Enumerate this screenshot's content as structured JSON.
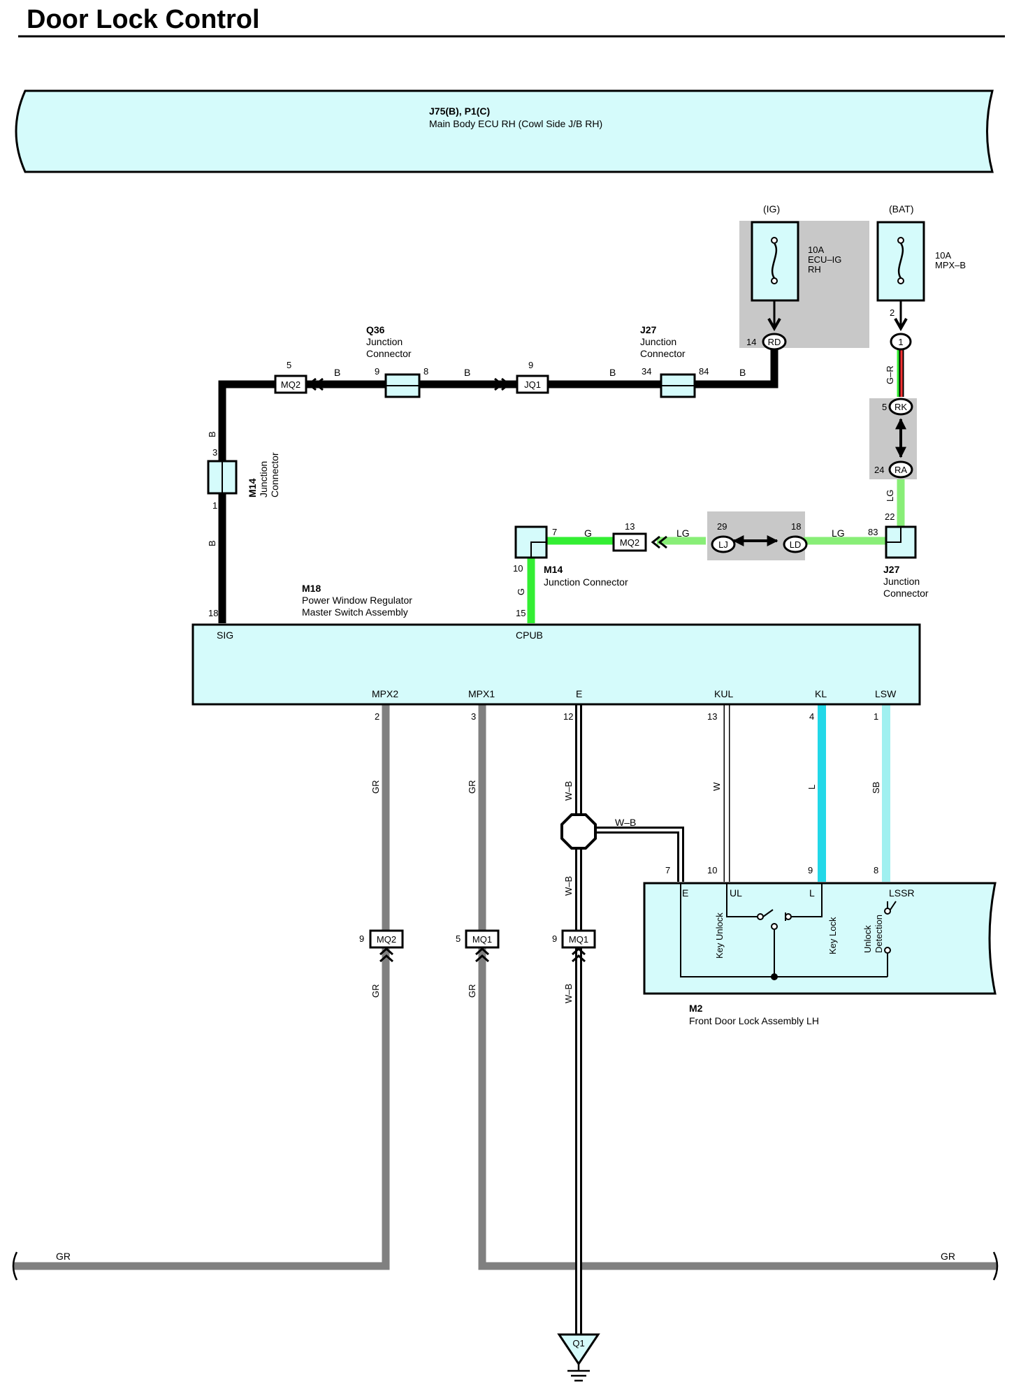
{
  "title": "Door Lock Control",
  "colors": {
    "connector_fill": "#d5fbfb",
    "wire_black": "#000000",
    "wire_green": "#33ee33",
    "wire_light_green": "#88ee77",
    "wire_gray": "#808080",
    "wire_blue": "#22d8e8",
    "wire_sky_blue": "#a0f0f0",
    "wire_red": "#ff3333",
    "shade": "#c8c8c8"
  },
  "ecu": {
    "code": "J75(B), P1(C)",
    "name": "Main Body ECU RH (Cowl Side J/B RH)"
  },
  "fuses": [
    {
      "group": "(IG)",
      "rating": "10A",
      "name_lines": [
        "ECU–IG",
        "RH"
      ],
      "out_pin": "14",
      "conn": "RD"
    },
    {
      "group": "(BAT)",
      "rating": "10A",
      "name_lines": [
        "MPX–B"
      ],
      "out_pin": "2",
      "conn": "1"
    }
  ],
  "inline": {
    "rk": {
      "pin": "5",
      "id": "RK"
    },
    "ra": {
      "pin": "24",
      "id": "RA"
    },
    "lj": {
      "pin": "29",
      "id": "LJ"
    },
    "ld": {
      "pin": "18",
      "id": "LD"
    },
    "jq1": {
      "pin": "9",
      "id": "JQ1"
    },
    "mq2_top": {
      "pin": "5",
      "id": "MQ2"
    },
    "mq2_mid": {
      "pin": "13",
      "id": "MQ2"
    },
    "mq2_low": {
      "pin": "9",
      "id": "MQ2"
    },
    "mq1_a": {
      "pin": "5",
      "id": "MQ1"
    },
    "mq1_b": {
      "pin": "9",
      "id": "MQ1"
    }
  },
  "junctions": {
    "q36": {
      "code": "Q36",
      "name_lines": [
        "Junction",
        "Connector"
      ],
      "pin_in": "9",
      "pin_out": "8"
    },
    "j27_top": {
      "code": "J27",
      "name_lines": [
        "Junction",
        "Connector"
      ],
      "pin_in": "34",
      "pin_out": "84"
    },
    "m14_left": {
      "code": "M14",
      "name_lines": [
        "Junction",
        "Connector"
      ],
      "pin_top": "3",
      "pin_bottom": "1"
    },
    "m14_mid": {
      "code": "M14",
      "name": "Junction Connector",
      "pin_a": "7",
      "pin_b": "10"
    },
    "j27_right": {
      "code": "J27",
      "name_lines": [
        "Junction",
        "Connector"
      ],
      "pin_a": "22",
      "pin_b": "83"
    }
  },
  "wire_labels": {
    "b": "B",
    "g": "G",
    "lg": "LG",
    "g_r": "G–R",
    "gr": "GR",
    "w_b": "W–B",
    "w": "W",
    "l": "L",
    "sb": "SB"
  },
  "m18": {
    "code": "M18",
    "name_lines": [
      "Power Window Regulator",
      "Master Switch Assembly"
    ],
    "top_terms": [
      {
        "pin": "18",
        "name": "SIG"
      },
      {
        "pin": "15",
        "name": "CPUB"
      }
    ],
    "bottom_terms": [
      {
        "pin": "2",
        "name": "MPX2"
      },
      {
        "pin": "3",
        "name": "MPX1"
      },
      {
        "pin": "12",
        "name": "E"
      },
      {
        "pin": "13",
        "name": "KUL"
      },
      {
        "pin": "4",
        "name": "KL"
      },
      {
        "pin": "1",
        "name": "LSW"
      }
    ]
  },
  "m2": {
    "code": "M2",
    "name": "Front Door Lock Assembly LH",
    "terms": [
      {
        "pin": "7",
        "name": "E"
      },
      {
        "pin": "10",
        "name": "UL"
      },
      {
        "pin": "9",
        "name": "L"
      },
      {
        "pin": "8",
        "name": "LSSR"
      }
    ],
    "switch_labels": [
      "Key Unlock",
      "Key Lock"
    ],
    "detection_lines": [
      "Unlock",
      "Detection"
    ]
  },
  "ground": {
    "id": "Q1"
  }
}
